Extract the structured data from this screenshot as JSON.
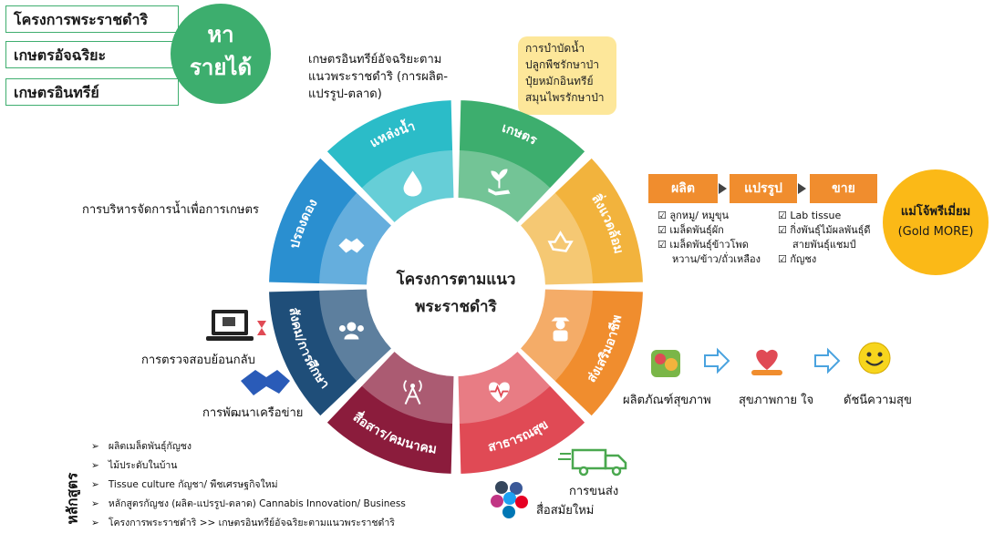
{
  "top_left": {
    "items": [
      "โครงการพระราชดำริ",
      "เกษตรอัจฉริยะ",
      "เกษตรอินทรีย์"
    ],
    "circle_text": [
      "หา",
      "รายได้"
    ]
  },
  "top_label": [
    "เกษตรอินทรีย์อัจฉริยะตาม",
    "แนวพระราชดำริ (การผลิต-",
    "แปรรูป-ตลาด)"
  ],
  "yellow_note": [
    "การบำบัดน้ำ",
    "ปลูกพืชรักษาป่า",
    "ปุ๋ยหมักอินทรีย์",
    "สมุนไพรรักษาป่า"
  ],
  "water_label": "การบริหารจัดการน้ำเพื่อการเกษตร",
  "center": [
    "โครงการตามแนว",
    "พระราชดำริ"
  ],
  "segments": [
    {
      "label": "เกษตร",
      "icon": "plant-hand-icon",
      "color": "#3dae6e"
    },
    {
      "label": "สิ่งแวดล้อม",
      "icon": "recycle-icon",
      "color": "#f2b33d"
    },
    {
      "label": "ส่งเสริมอาชีพ",
      "icon": "farmer-icon",
      "color": "#f08d2e"
    },
    {
      "label": "สาธารณสุข",
      "icon": "heartbeat-icon",
      "color": "#e04a55"
    },
    {
      "label": "สื่อสาร/คมนาคม",
      "icon": "antenna-icon",
      "color": "#8b1c3c"
    },
    {
      "label": "สังคม/การศึกษา",
      "icon": "people-icon",
      "color": "#1f4e79"
    },
    {
      "label": "ปรองดอง",
      "icon": "handshake-icon",
      "color": "#2a8fd0"
    },
    {
      "label": "แหล่งน้ำ",
      "icon": "water-drop-icon",
      "color": "#2bbcc8"
    }
  ],
  "flow": {
    "steps": [
      "ผลิต",
      "แปรรูป",
      "ขาย"
    ],
    "col1": [
      "ลูกหมู/ หมูขุน",
      "เมล็ดพันธุ์ผัก",
      "เมล็ดพันธุ์ข้าวโพด",
      "หวาน/ข้าว/ถั่วเหลือง"
    ],
    "col2": [
      "Lab tissue",
      "กิ่งพันธุ์ไม้ผลพันธุ์ดี",
      "สายพันธุ์แชมป์",
      "กัญชง"
    ],
    "gold": [
      "แม่โจ้พรีเมี่ยม",
      "(Gold MORE)"
    ]
  },
  "health_flow": [
    "ผลิตภัณฑ์สุขภาพ",
    "สุขภาพกาย ใจ",
    "ดัชนีความสุข"
  ],
  "left_labels": {
    "check": "การตรวจสอบย้อนกลับ",
    "network": "การพัฒนาเครือข่าย"
  },
  "transport": "การขนส่ง",
  "social": "สื่อสมัยใหม่",
  "courses_title": "หลักสูตร",
  "courses": [
    "ผลิตเมล็ดพันธุ์กัญชง",
    "ไม้ประดับในบ้าน",
    "Tissue culture กัญชา/ พืชเศรษฐกิจใหม่",
    "หลักสูตรกัญชง (ผลิต-แปรรูป-ตลาด) Cannabis Innovation/ Business",
    "โครงการพระราชดำริ >> เกษตรอินทรีย์อัจฉริยะตามแนวพระราชดำริ"
  ],
  "colors": {
    "green": "#3dae6e",
    "orange": "#f08d2e",
    "gold": "#fbb917",
    "yellow_note": "#fde79a"
  }
}
